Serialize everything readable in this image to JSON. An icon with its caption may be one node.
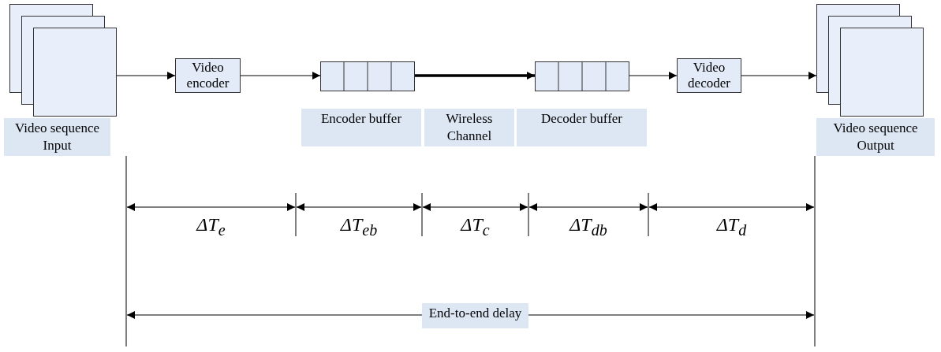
{
  "diagram": {
    "nodes": [
      {
        "text": [],
        "shape": "box",
        "beside": [
          "Video sequence Input"
        ]
      },
      {
        "text": [
          "Video encoder"
        ]
      },
      {
        "text": [],
        "shape": "bar",
        "beside": [
          "Encoder buffer"
        ]
      },
      {
        "text": [],
        "shape": "bar",
        "beside": [
          "Decoder buffer"
        ]
      },
      {
        "text": [
          "Video decoder"
        ]
      },
      {
        "text": [],
        "shape": "box",
        "beside": [
          "Video sequence Output"
        ]
      }
    ],
    "edges": [
      {
        "from": 0,
        "to": 1,
        "arrow": "to"
      },
      {
        "from": 1,
        "to": 2,
        "arrow": "to"
      },
      {
        "from": 2,
        "to": 3,
        "arrow": "to",
        "label": "Wireless Channel",
        "style": "thick"
      },
      {
        "from": 3,
        "to": 4,
        "arrow": "to"
      },
      {
        "from": 4,
        "to": 5,
        "arrow": "to"
      }
    ],
    "labels": [
      "ΔT$_{e}$",
      "ΔT$_{eb}$",
      "ΔT$_{c}$",
      "ΔT$_{db}$",
      "ΔT$_{d}$",
      "End-to-end delay"
    ]
  }
}
